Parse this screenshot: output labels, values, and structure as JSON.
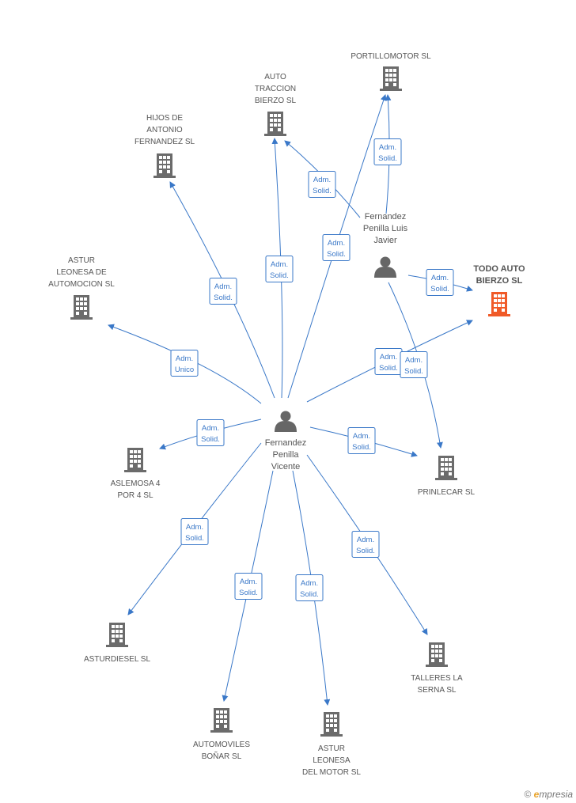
{
  "colors": {
    "edge": "#3a78c8",
    "building": "#6b6b6b",
    "highlight": "#f05a28",
    "person": "#666666"
  },
  "companies": [
    {
      "id": "portillomotor",
      "label": [
        "PORTILLOMOTOR SL"
      ],
      "icon": "building-icon"
    },
    {
      "id": "auto_traccion",
      "label": [
        "AUTO",
        "TRACCION",
        "BIERZO SL"
      ],
      "icon": "building-icon"
    },
    {
      "id": "hijos_antonio",
      "label": [
        "HIJOS DE",
        "ANTONIO",
        "FERNANDEZ SL"
      ],
      "icon": "building-icon"
    },
    {
      "id": "astur_leonesa_automocion",
      "label": [
        "ASTUR",
        "LEONESA DE",
        "AUTOMOCION SL"
      ],
      "icon": "building-icon"
    },
    {
      "id": "todo_auto",
      "label": [
        "TODO AUTO",
        "BIERZO SL"
      ],
      "icon": "building-icon",
      "highlight": true
    },
    {
      "id": "aslemosa",
      "label": [
        "ASLEMOSA 4",
        "POR 4 SL"
      ],
      "icon": "building-icon"
    },
    {
      "id": "prinlecar",
      "label": [
        "PRINLECAR SL"
      ],
      "icon": "building-icon"
    },
    {
      "id": "asturdiesel",
      "label": [
        "ASTURDIESEL SL"
      ],
      "icon": "building-icon"
    },
    {
      "id": "talleres",
      "label": [
        "TALLERES LA",
        "SERNA SL"
      ],
      "icon": "building-icon"
    },
    {
      "id": "automoviles",
      "label": [
        "AUTOMOVILES",
        "BOÑAR SL"
      ],
      "icon": "building-icon"
    },
    {
      "id": "astur_leonesa_motor",
      "label": [
        "ASTUR",
        "LEONESA",
        "DEL MOTOR SL"
      ],
      "icon": "building-icon"
    }
  ],
  "people": [
    {
      "id": "vicente",
      "label": [
        "Fernandez",
        "Penilla",
        "Vicente"
      ],
      "icon": "person-icon"
    },
    {
      "id": "luis_javier",
      "label": [
        "Fernandez",
        "Penilla Luis",
        "Javier"
      ],
      "icon": "person-icon"
    }
  ],
  "edges": [
    {
      "from": "vicente",
      "to": "portillomotor",
      "label": [
        "Adm.",
        "Solid."
      ]
    },
    {
      "from": "vicente",
      "to": "auto_traccion",
      "label": [
        "Adm.",
        "Solid."
      ]
    },
    {
      "from": "vicente",
      "to": "hijos_antonio",
      "label": [
        "Adm.",
        "Solid."
      ]
    },
    {
      "from": "vicente",
      "to": "astur_leonesa_automocion",
      "label": [
        "Adm.",
        "Unico"
      ]
    },
    {
      "from": "vicente",
      "to": "todo_auto",
      "label": [
        "Adm.",
        "Solid."
      ]
    },
    {
      "from": "vicente",
      "to": "aslemosa",
      "label": [
        "Adm.",
        "Solid."
      ]
    },
    {
      "from": "vicente",
      "to": "prinlecar",
      "label": [
        "Adm.",
        "Solid."
      ]
    },
    {
      "from": "vicente",
      "to": "asturdiesel",
      "label": [
        "Adm.",
        "Solid."
      ]
    },
    {
      "from": "vicente",
      "to": "talleres",
      "label": [
        "Adm.",
        "Solid."
      ]
    },
    {
      "from": "vicente",
      "to": "automoviles",
      "label": [
        "Adm.",
        "Solid."
      ]
    },
    {
      "from": "vicente",
      "to": "astur_leonesa_motor",
      "label": [
        "Adm.",
        "Solid."
      ]
    },
    {
      "from": "luis_javier",
      "to": "portillomotor",
      "label": [
        "Adm.",
        "Solid."
      ]
    },
    {
      "from": "luis_javier",
      "to": "auto_traccion",
      "label": [
        "Adm.",
        "Solid."
      ]
    },
    {
      "from": "luis_javier",
      "to": "todo_auto",
      "label": [
        "Adm.",
        "Solid."
      ]
    },
    {
      "from": "luis_javier",
      "to": "prinlecar",
      "label": [
        "Adm.",
        "Solid."
      ]
    }
  ],
  "footer": {
    "copyright": "©",
    "brand_initial": "e",
    "brand_rest": "mpresia"
  }
}
